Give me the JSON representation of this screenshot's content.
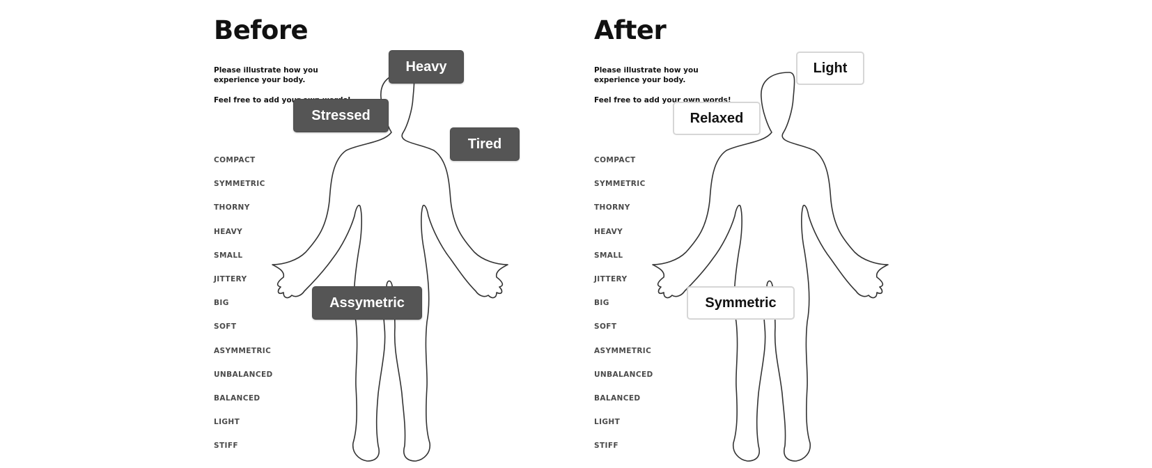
{
  "before": {
    "title": "Before",
    "instructions": [
      "Please illustrate how you experience your body.",
      "Feel free to add your own words!"
    ],
    "words": [
      "COMPACT",
      "SYMMETRIC",
      "THORNY",
      "HEAVY",
      "SMALL",
      "JITTERY",
      "BIG",
      "SOFT",
      "ASYMMETRIC",
      "UNBALANCED",
      "BALANCED",
      "LIGHT",
      "STIFF"
    ],
    "tags": {
      "head": "Heavy",
      "shoulder": "Stressed",
      "arm": "Tired",
      "hips": "Assymetric"
    }
  },
  "after": {
    "title": "After",
    "instructions": [
      "Please illustrate how you experience your body.",
      "Feel free to add your own words!"
    ],
    "words": [
      "COMPACT",
      "SYMMETRIC",
      "THORNY",
      "HEAVY",
      "SMALL",
      "JITTERY",
      "BIG",
      "SOFT",
      "ASYMMETRIC",
      "UNBALANCED",
      "BALANCED",
      "LIGHT",
      "STIFF"
    ],
    "tags": {
      "head": "Light",
      "shoulder": "Relaxed",
      "hips": "Symmetric"
    }
  },
  "colors": {
    "dark_tag": "#555555",
    "light_tag_border": "#d6d6d6",
    "outline": "#333333"
  }
}
